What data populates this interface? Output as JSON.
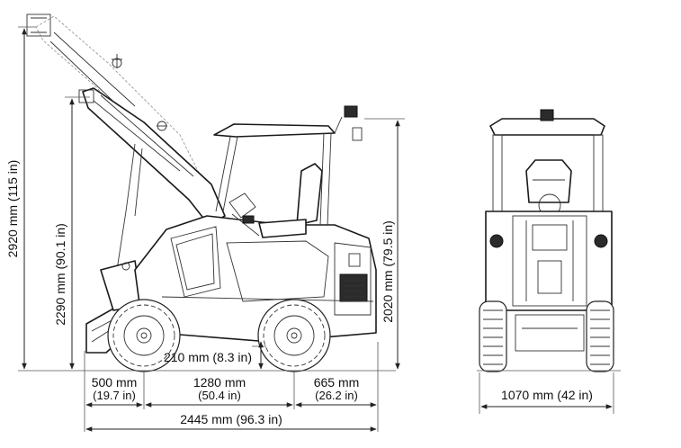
{
  "dimensions": {
    "overall_height": "2920 mm (115 in)",
    "lift_height": "2290 mm (90.1 in)",
    "cab_height": "2020 mm (79.5 in)",
    "ground_clearance": "210 mm (8.3 in)",
    "front_overhang_mm": "500 mm",
    "front_overhang_in": "(19.7 in)",
    "wheelbase_mm": "1280 mm",
    "wheelbase_in": "(50.4 in)",
    "rear_overhang_mm": "665 mm",
    "rear_overhang_in": "(26.2 in)",
    "overall_length": "2445 mm (96.3 in)",
    "overall_width": "1070 mm (42 in)"
  }
}
